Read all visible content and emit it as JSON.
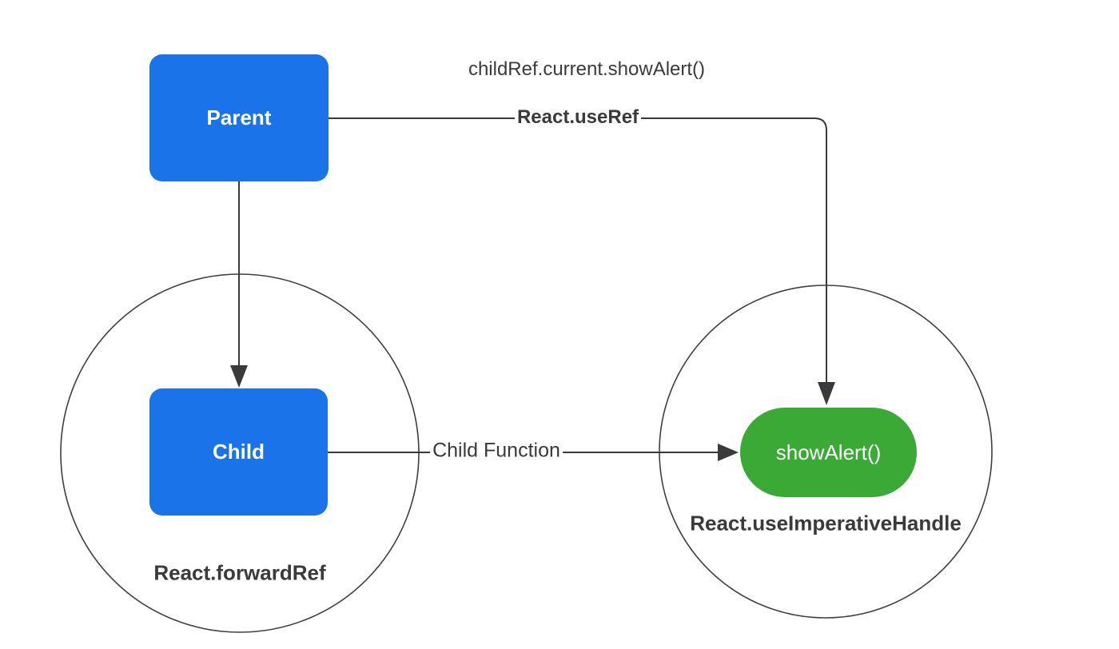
{
  "diagram": {
    "colors": {
      "node_blue": "#1a73e8",
      "node_green": "#3aa935",
      "line": "#3a3a3a",
      "circle_stroke": "#404040",
      "label_text": "#3a3a3a",
      "node_text": "#ffffff",
      "background": "#ffffff"
    },
    "nodes": {
      "parent": {
        "label": "Parent"
      },
      "child": {
        "label": "Child"
      },
      "show_alert": {
        "label": "showAlert()"
      }
    },
    "edges": {
      "use_ref": {
        "caption": "childRef.current.showAlert()",
        "label": "React.useRef"
      },
      "child_function": {
        "label": "Child Function"
      }
    },
    "groups": {
      "forward_ref": {
        "label": "React.forwardRef"
      },
      "imperative_handle": {
        "label": "React.useImperativeHandle"
      }
    }
  }
}
